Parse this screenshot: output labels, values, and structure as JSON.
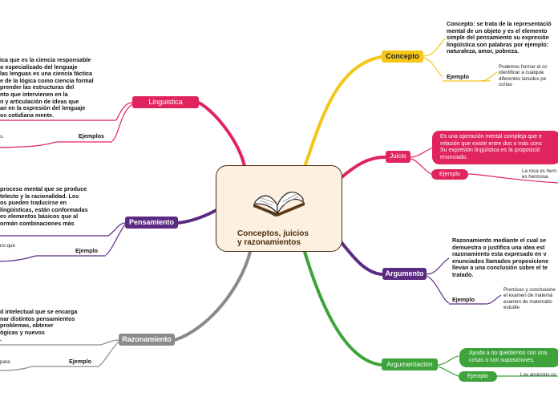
{
  "central": {
    "title": "Conceptos, juicios\ny razonamientos",
    "icon": "open-book-icon"
  },
  "colors": {
    "concepto": "#f5c518",
    "juicio": "#e0245e",
    "argumento": "#5b2b82",
    "argumentacion": "#3ea33a",
    "linguistica": "#e0245e",
    "pensamiento": "#5b2b82",
    "razonamiento": "#8a8a8a",
    "center_border": "#4a2d0e",
    "center_fill": "#fdf0e0"
  },
  "right": {
    "concepto": {
      "label": "Concepto",
      "desc": "Concepto: se trata de la representació\nmental de un objeto y es el elemento\nsimple del pensamiento su expresión\nlingüística son palabras por ejemplo:\nnaturaleza, amor, pobreza.",
      "ejemplo_label": "Ejemplo",
      "ejemplo_text": "Podemos formar el co\nidentificar a cualquie\ndiferentes lanudos pe\ncortas"
    },
    "juicio": {
      "label": "Juicio",
      "desc": "Es una operación mental compleja que e\nrelación que existe entre dos o más conc\nSu expresión lingüística es la proposició\nenunciado.",
      "ejemplo_label": "Ejemplo",
      "ejemplo_text": "La rosa es hern\nes hermosa."
    },
    "argumento": {
      "label": "Argumento",
      "desc": "Razonamiento mediante el cual se\ndemuestra o justifica una idea est\nrazonamiento esta expresado en v\nenunciados llamados proposicione\nllevan a una conclusión sobre el te\ntratado.",
      "ejemplo_label": "Ejemplo",
      "ejemplo_text": "Premisas y conclusione\nel examen de matemá\nexamen de matemátic\nestudie"
    },
    "argumentacion": {
      "label": "Argumentación",
      "desc": "Ayuda a no quedarnos con una\ncosas o con suposiciones.",
      "ejemplo_label": "Ejemplo",
      "ejemplo_text": "Los anuncios co"
    }
  },
  "left": {
    "linguistica": {
      "label": "Linguistica",
      "desc": "ica que es la ciencia responsable\no especializado del lenguaje\n las lenguas es una ciencia fáctica\ne de la lógica como ciencia formal\nprender las estructuras del\nnto que intervienen en la\nn y articulación de ideas que\nan en la expresión del lenguaje\nos cotidiana mente.",
      "ejemplo_label": "Ejemplos",
      "ejemplo_text": "s."
    },
    "pensamiento": {
      "label": "Pensamiento",
      "desc": "proceso mental que se produce\ntelecto y la racionalidad. Los\nos pueden traducirse en\nlingüísticas, están conformadas\nes elementos básicos que al\normán combinaciones más",
      "ejemplo_label": "Ejemplo",
      "ejemplo_text": "no que"
    },
    "razonamiento": {
      "label": "Razonamiento",
      "desc": "d intelectual que se encarga\nnar distintos pensamientos\nproblemas, obtener\nógicas y nuevos\n.",
      "ejemplo_label": "Ejemplo",
      "ejemplo_text": "para"
    }
  }
}
